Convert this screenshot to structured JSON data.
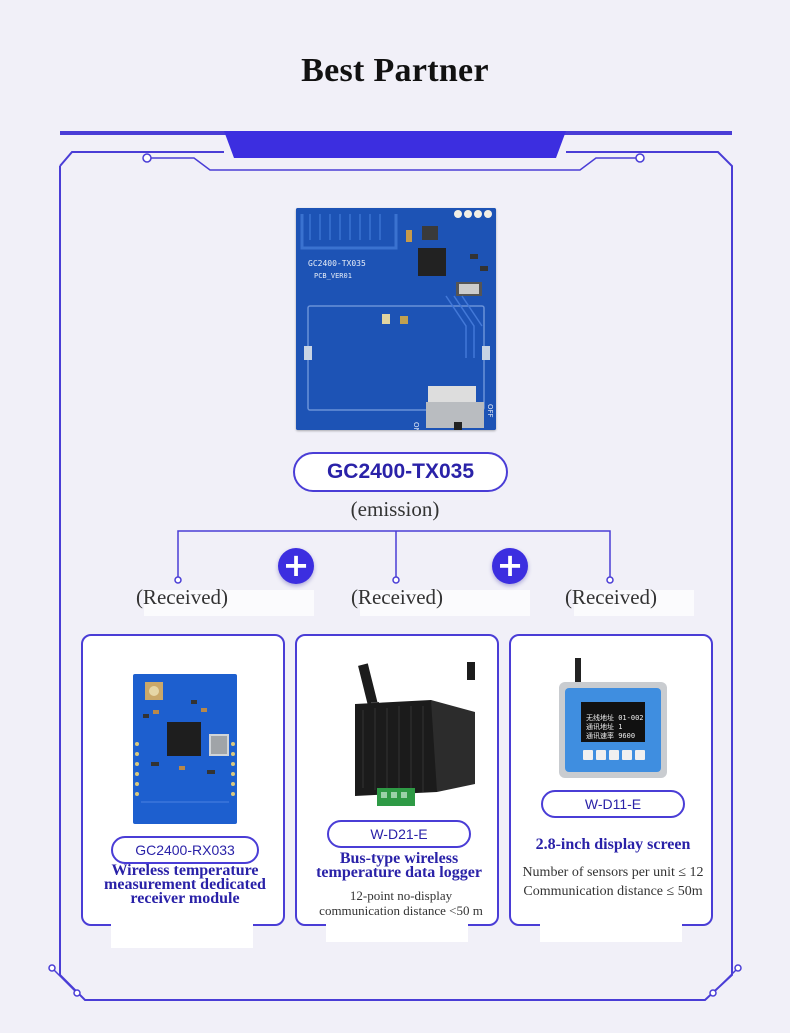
{
  "page": {
    "title": "Best Partner"
  },
  "emitter": {
    "board_name": "GC2400-TX035",
    "board_silk_model": "GC2400-TX035",
    "board_silk_pcb": "PCB_VER01",
    "board_silk_on": "ON",
    "board_silk_off": "OFF",
    "role": "(emission)"
  },
  "receivers": [
    {
      "role": "(Received)"
    },
    {
      "role": "(Received)"
    },
    {
      "role": "(Received)"
    }
  ],
  "plus_symbol": "+",
  "cards": [
    {
      "name": "GC2400-RX033",
      "title": "Wireless temperature measurement dedicated receiver module",
      "lines": []
    },
    {
      "name": "W-D21-E",
      "title": "Bus-type wireless temperature data logger",
      "lines": [
        "12-point no-display",
        "communication distance <50 m"
      ]
    },
    {
      "name": "W-D11-E",
      "title": "2.8-inch display screen",
      "lines": [
        "Number of sensors per unit ≤ 12",
        "Communication distance ≤ 50m"
      ],
      "screen_lines": [
        "无线地址 01-002",
        "通讯地址 1",
        "通讯速率 9600"
      ]
    }
  ],
  "colors": {
    "accent": "#3c2ee0",
    "frame": "#4a3dd6",
    "board": "#1d53b5",
    "background": "#f1f0f8"
  }
}
